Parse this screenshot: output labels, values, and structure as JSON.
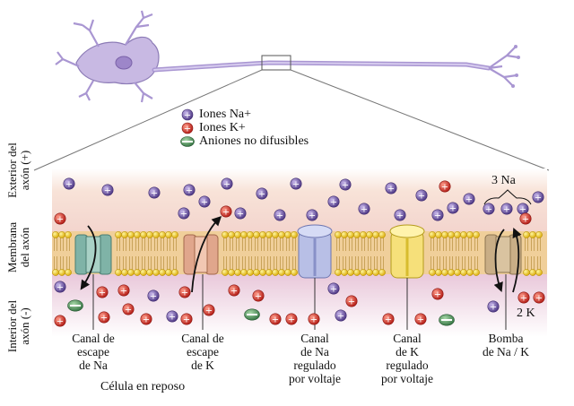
{
  "legend": {
    "na_label": "Iones Na+",
    "k_label": "Iones K+",
    "anion_label": "Aniones no difusibles"
  },
  "side_labels": {
    "exterior_1": "Exterior del",
    "exterior_2": "axón (+)",
    "membrane_1": "Membrana",
    "membrane_2": "del axón",
    "interior_1": "Interior del",
    "interior_2": "axón (-)"
  },
  "channels": {
    "na_leak": [
      "Canal de",
      "escape",
      "de Na"
    ],
    "k_leak": [
      "Canal de",
      "escape",
      "de K"
    ],
    "na_voltage": [
      "Canal",
      "de Na",
      "regulado",
      "por voltaje"
    ],
    "k_voltage": [
      "Canal",
      "de K",
      "regulado",
      "por voltaje"
    ],
    "pump": [
      "Bomba",
      "de Na / K"
    ]
  },
  "pump_na_label": "3 Na",
  "pump_k_label": "2 K",
  "caption": "Célula en reposo",
  "colors": {
    "na": "#6a4f9e",
    "k": "#d0342c",
    "anion": "#4e8f5a",
    "membrane_head": "#e8c21c",
    "neuron": "#c6b8e2"
  }
}
